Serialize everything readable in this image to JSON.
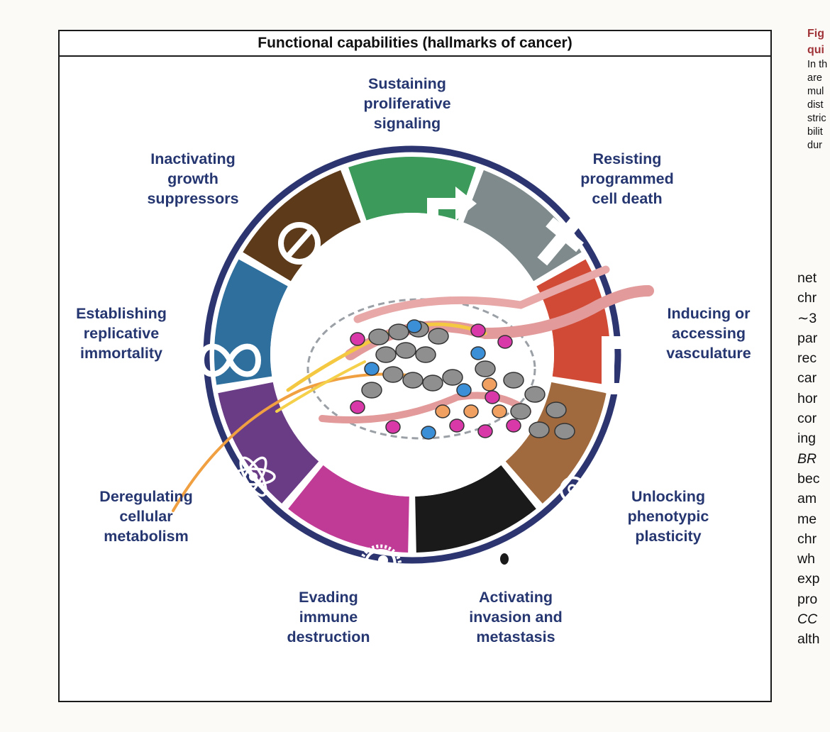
{
  "header": {
    "title": "Functional capabilities (hallmarks of cancer)"
  },
  "hallmarks": [
    {
      "label": "Sustaining\nproliferative\nsignaling",
      "color": "#3c9a5b",
      "icon": "arrow-icon"
    },
    {
      "label": "Resisting\nprogrammed\ncell death",
      "color": "#7e8a8c",
      "icon": "cross-icon"
    },
    {
      "label": "Inducing or\naccessing\nvasculature",
      "color": "#d04a36",
      "icon": "vessel-icon"
    },
    {
      "label": "Unlocking\nphenotypic\nplasticity",
      "color": "#a06a3e",
      "icon": "key-icon"
    },
    {
      "label": "Activating\ninvasion and\nmetastasis",
      "color": "#1a1a1a",
      "icon": "invasive-cell-icon"
    },
    {
      "label": "Evading\nimmune\ndestruction",
      "color": "#c03b96",
      "icon": "immune-cell-icon"
    },
    {
      "label": "Deregulating\ncellular\nmetabolism",
      "color": "#6a3c86",
      "icon": "atom-icon"
    },
    {
      "label": "Establishing\nreplicative\nimmortality",
      "color": "#2e6f9d",
      "icon": "infinity-icon"
    },
    {
      "label": "Inactivating\ngrowth\nsuppressors",
      "color": "#5c3a1a",
      "icon": "no-entry-icon"
    }
  ],
  "side_caption": {
    "title_lines": [
      "Fig",
      "qui"
    ],
    "lines": [
      "In th",
      "are",
      "mul",
      "dist",
      "stric",
      "bilit",
      "dur"
    ]
  },
  "side_body": {
    "lines": [
      {
        "text": "net",
        "italic": false
      },
      {
        "text": "chr",
        "italic": false
      },
      {
        "text": "∼3",
        "italic": false
      },
      {
        "text": "par",
        "italic": false
      },
      {
        "text": "rec",
        "italic": false
      },
      {
        "text": "car",
        "italic": false
      },
      {
        "text": "hor",
        "italic": false
      },
      {
        "text": "cor",
        "italic": false
      },
      {
        "text": "ing",
        "italic": false
      },
      {
        "text": "BR",
        "italic": true
      },
      {
        "text": "bec",
        "italic": false
      },
      {
        "text": "am",
        "italic": false
      },
      {
        "text": "me",
        "italic": false
      },
      {
        "text": "chr",
        "italic": false
      },
      {
        "text": "wh",
        "italic": false
      },
      {
        "text": "exp",
        "italic": false
      },
      {
        "text": "pro",
        "italic": false
      },
      {
        "text": "CC",
        "italic": true
      },
      {
        "text": "alth",
        "italic": false
      }
    ]
  }
}
